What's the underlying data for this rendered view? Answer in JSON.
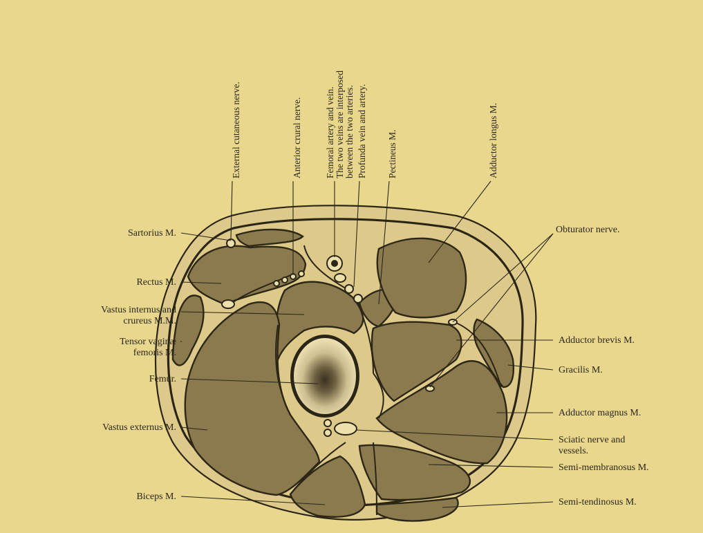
{
  "labels": {
    "external_cutaneous_nerve": "External cutaneous nerve.",
    "anterior_crural_nerve": "Anterior crural nerve.",
    "femoral_line1": "Femoral artery and vein.",
    "femoral_line2": "The two veins are interposed",
    "femoral_line3": "between the two arteries.",
    "profunda": "Profunda vein and artery.",
    "pectineus": "Pectineus M.",
    "adductor_longus": "Adductor longus M.",
    "sartorius": "Sartorius M.",
    "rectus": "Rectus M.",
    "vastus_internus_line1": "Vastus internus and",
    "vastus_internus_line2": "crureus M.M.",
    "tensor_line1": "Tensor vaginæ",
    "tensor_line2": "femoris M.",
    "femur": "Femur.",
    "vastus_externus": "Vastus externus M.",
    "biceps": "Biceps M.",
    "obturator_nerve": "Obturator nerve.",
    "adductor_brevis": "Adductor brevis M.",
    "gracilis": "Gracilis M.",
    "adductor_magnus": "Adductor magnus M.",
    "sciatic_line1": "Sciatic nerve and",
    "sciatic_line2": "vessels.",
    "semimembranosus": "Semi-membranosus M.",
    "semitendinosus": "Semi-tendinosus M."
  },
  "colors": {
    "background": "#e9d78e",
    "skin": "#ddc98a",
    "muscle": "#8b7a4e",
    "bone": "#efe2b4",
    "ink": "#2b2619"
  }
}
